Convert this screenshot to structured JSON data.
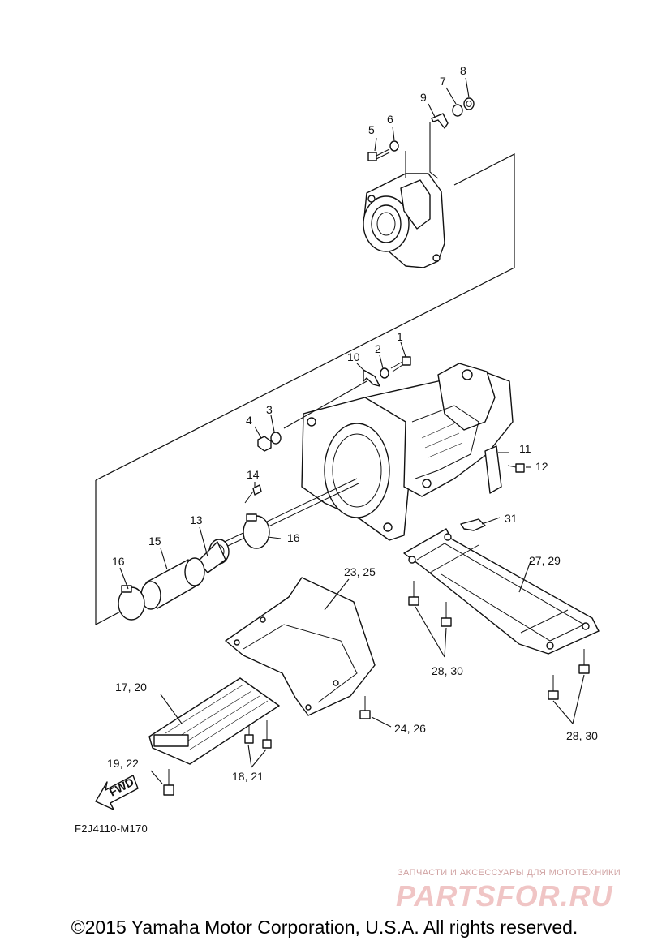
{
  "callouts": {
    "c1": "1",
    "c2": "2",
    "c3": "3",
    "c4": "4",
    "c5": "5",
    "c6": "6",
    "c7": "7",
    "c8": "8",
    "c9": "9",
    "c10": "10",
    "c11": "11",
    "c12": "12",
    "c13": "13",
    "c14": "14",
    "c15": "15",
    "c16a": "16",
    "c16b": "16",
    "c17_20": "17, 20",
    "c18_21": "18, 21",
    "c19_22": "19, 22",
    "c23_25": "23, 25",
    "c24_26": "24, 26",
    "c27_29": "27, 29",
    "c28_30a": "28, 30",
    "c28_30b": "28, 30",
    "c31": "31"
  },
  "fwd_label": "FWD",
  "diagram_code": "F2J4110-M170",
  "watermark": {
    "tagline": "ЗАПЧАСТИ И АКСЕССУАРЫ ДЛЯ МОТОТЕХНИКИ",
    "logo": "PARTSFOR.RU"
  },
  "copyright": "©2015 Yamaha Motor Corporation, U.S.A. All rights reserved."
}
